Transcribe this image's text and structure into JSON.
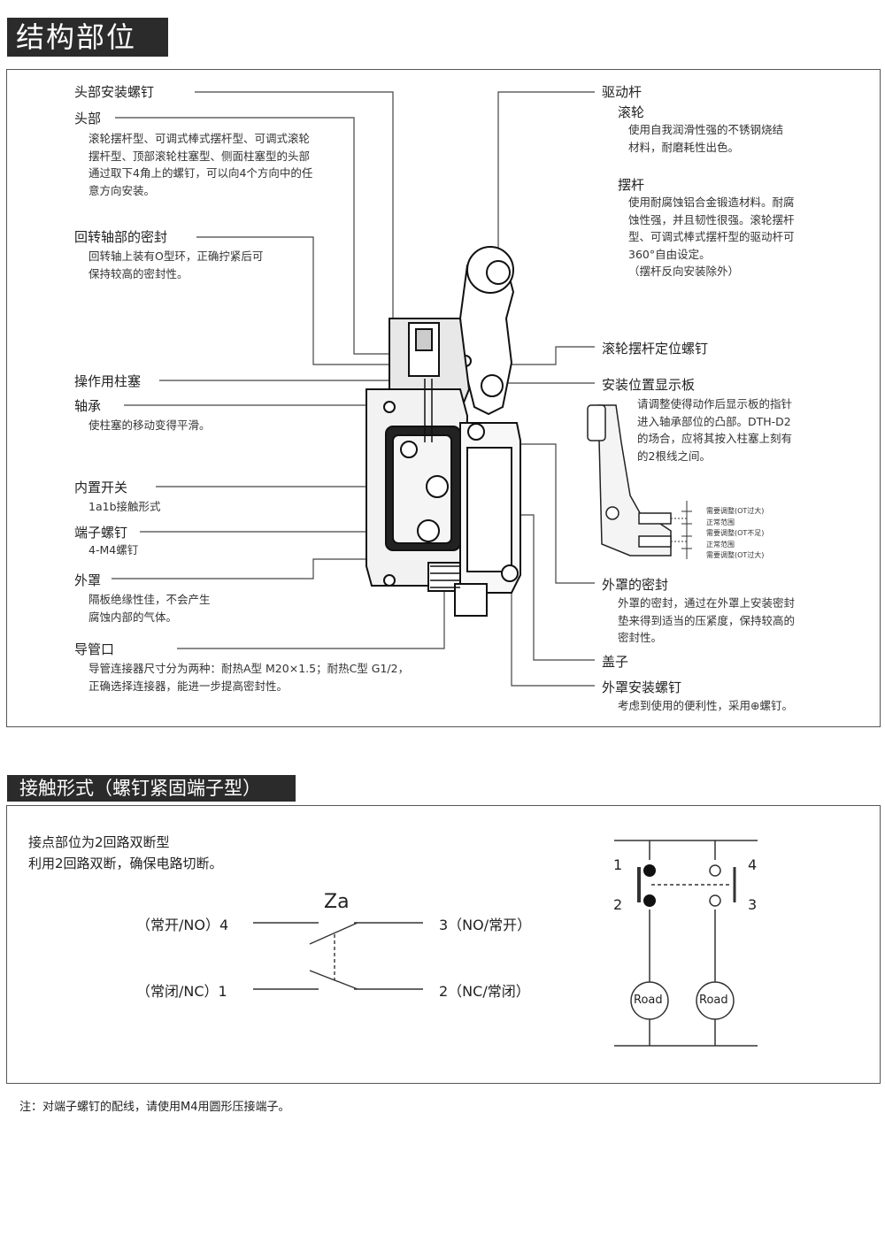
{
  "section1_title": "结构部位",
  "section2_title": "接触形式（螺钉紧固端子型）",
  "parts_left": [
    {
      "label": "头部安装螺钉",
      "desc": []
    },
    {
      "label": "头部",
      "desc": [
        "滚轮摆杆型、可调式棒式摆杆型、可调式滚轮",
        "摆杆型、顶部滚轮柱塞型、侧面柱塞型的头部",
        "通过取下4角上的螺钉，可以向4个方向中的任",
        "意方向安装。"
      ]
    },
    {
      "label": "回转轴部的密封",
      "desc": [
        "回转轴上装有O型环，正确拧紧后可",
        "保持较高的密封性。"
      ]
    },
    {
      "label": "操作用柱塞",
      "desc": []
    },
    {
      "label": "轴承",
      "desc": [
        "使柱塞的移动变得平滑。"
      ]
    },
    {
      "label": "内置开关",
      "desc": [
        "1a1b接触形式"
      ]
    },
    {
      "label": "端子螺钉",
      "desc": [
        "4-M4螺钉"
      ]
    },
    {
      "label": "外罩",
      "desc": [
        "隔板绝缘性佳，不会产生",
        "腐蚀内部的气体。"
      ]
    },
    {
      "label": "导管口",
      "desc": [
        "导管连接器尺寸分为两种：耐热A型 M20×1.5；耐热C型 G1/2，",
        "正确选择连接器，能进一步提高密封性。"
      ]
    }
  ],
  "parts_right": [
    {
      "label": "驱动杆",
      "desc": []
    },
    {
      "label": "滚轮",
      "desc": [
        "使用自我润滑性强的不锈钢烧结",
        "材料，耐磨耗性出色。"
      ]
    },
    {
      "label": "摆杆",
      "desc": [
        "使用耐腐蚀铝合金锻造材料。耐腐",
        "蚀性强，并且韧性很强。滚轮摆杆",
        "型、可调式棒式摆杆型的驱动杆可",
        "360°自由设定。",
        "（摆杆反向安装除外）"
      ]
    },
    {
      "label": "滚轮摆杆定位螺钉",
      "desc": []
    },
    {
      "label": "安装位置显示板",
      "desc": [
        "请调整使得动作后显示板的指针",
        "进入轴承部位的凸部。DTH-D2",
        "的场合，应将其按入柱塞上刻有",
        "的2根线之间。"
      ]
    },
    {
      "label": "外罩的密封",
      "desc": [
        "外罩的密封，通过在外罩上安装密封",
        "垫来得到适当的压紧度，保持较高的",
        "密封性。"
      ]
    },
    {
      "label": "盖子",
      "desc": []
    },
    {
      "label": "外罩安装螺钉",
      "desc": [
        "考虑到使用的便利性，采用⊕螺钉。"
      ]
    }
  ],
  "indicator_ranges": [
    "需要调整(OT过大)",
    "正常范围",
    "需要调整(OT不足)",
    "正常范围",
    "需要调整(OT过大)"
  ],
  "intro_lines": [
    "接点部位为2回路双断型",
    "利用2回路双断，确保电路切断。"
  ],
  "contact": {
    "symbol": "Za",
    "no_left": "（常开/NO）4",
    "nc_left": "（常闭/NC）1",
    "no_right": "3（NO/常开）",
    "nc_right": "2（NC/常闭）"
  },
  "circuit": {
    "t1": "1",
    "t2": "2",
    "t3": "3",
    "t4": "4",
    "load": "Road"
  },
  "note": "注：对端子螺钉的配线，请使用M4用圆形压接端子。"
}
